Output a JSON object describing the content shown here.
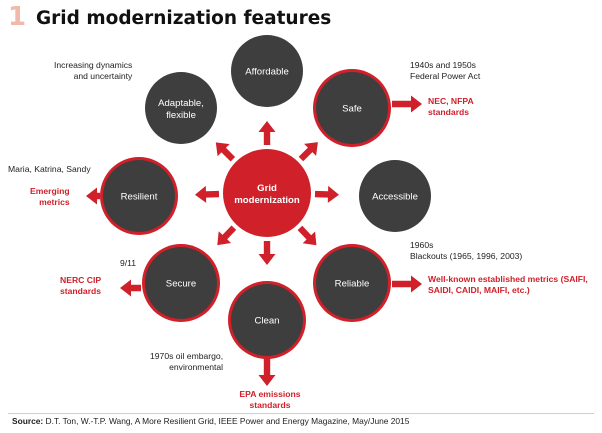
{
  "title": {
    "number": "1",
    "text": "Grid modernization features"
  },
  "center": {
    "line1": "Grid",
    "line2": "modernization"
  },
  "features": [
    {
      "line1": "Affordable",
      "line2": "",
      "fill": "#3e3e3e",
      "ring": false
    },
    {
      "line1": "Safe",
      "line2": "",
      "fill": "#3e3e3e",
      "ring": true
    },
    {
      "line1": "Accessible",
      "line2": "",
      "fill": "#3e3e3e",
      "ring": false
    },
    {
      "line1": "Reliable",
      "line2": "",
      "fill": "#3e3e3e",
      "ring": true
    },
    {
      "line1": "Clean",
      "line2": "",
      "fill": "#3e3e3e",
      "ring": true
    },
    {
      "line1": "Secure",
      "line2": "",
      "fill": "#3e3e3e",
      "ring": true
    },
    {
      "line1": "Resilient",
      "line2": "",
      "fill": "#3e3e3e",
      "ring": true
    },
    {
      "line1": "Adaptable,",
      "line2": "flexible",
      "fill": "#3e3e3e",
      "ring": false
    }
  ],
  "notes": {
    "adaptable": "Increasing dynamics\nand uncertainty",
    "safe": "1940s and 1950s\nFederal Power Act",
    "safe_standard": "NEC, NFPA\nstandards",
    "resilient": "Maria, Katrina, Sandy",
    "resilient_metric": "Emerging\nmetrics",
    "reliable": "1960s\nBlackouts (1965, 1996, 2003)",
    "reliable_metric": "Well-known established metrics (SAIFI,\nSAIDI, CAIDI, MAIFI, etc.)",
    "secure": "9/11",
    "secure_standard": "NERC CIP\nstandards",
    "clean": "1970s oil embargo,\nenvironmental",
    "clean_standard": "EPA emissions\nstandards"
  },
  "source": {
    "label": "Source:",
    "text": "D.T. Ton, W.-T.P. Wang, A More Resilient Grid, IEEE Power and Energy Magazine, May/June 2015"
  },
  "colors": {
    "red": "#d0202a",
    "dark": "#3e3e3e",
    "white": "#ffffff"
  }
}
